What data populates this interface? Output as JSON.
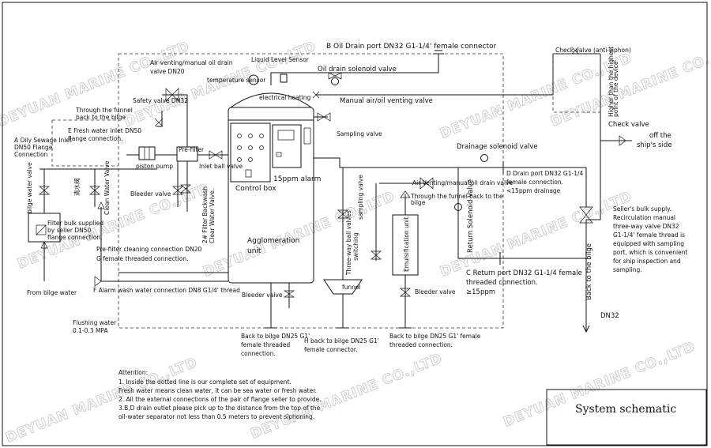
{
  "ports": {
    "b_oil_drain": "B Oil Drain port DN32 G1-1/4' female connector",
    "a_inlet": [
      "A Oily Sewage Inlet",
      "DN50 Flange",
      "Connection"
    ],
    "e_fresh_water": [
      "E Fresh water inlet DN50",
      "flange connection."
    ],
    "d_drain": [
      "D Drain port DN32 G1-1/4",
      "female connection.",
      "<15ppm drainage"
    ],
    "c_return": [
      "C Return port DN32 G1-1/4 female",
      "threaded connection.",
      "≥15ppm"
    ],
    "f_alarm_wash": "F Alarm wash water connection DN8 G1/4' thread",
    "g_prefilter_clean": [
      "Pre-filter cleaning connection DN20",
      "G   female threaded connection."
    ],
    "h_back": [
      "H back to bilge DN25 G1'",
      "female connector."
    ]
  },
  "labels": {
    "air_venting": [
      "Air venting/manual oil drain",
      "valve DN20"
    ],
    "liquid_level_sensor": "Liquid Level Sensor",
    "temperature_sensor": "temperature sensor",
    "electrical_heating": "electrical heating",
    "oil_drain_solenoid": "Oil drain solenoid valve",
    "manual_air_oil": "Manual air/oil venting valve",
    "safety_valve": "Safety valve DN32",
    "through_funnel": [
      "Through the funnel",
      "back to the bilge"
    ],
    "sampling_valve": "Sampling valve",
    "drainage_solenoid": "Drainage solenoid valve",
    "pre_filter": "Pre-filter",
    "piston_pump": "piston pump",
    "inlet_ball_valve": "Inlet ball valve",
    "control_box": "Control box",
    "alarm_15ppm": "15ppm alarm",
    "bleeder_valve": "Bleeder valve",
    "filter_backwash": [
      "2# Filter Backwash",
      "Clear Water Valve."
    ],
    "agglomeration": [
      "Agglomeration",
      "unit"
    ],
    "bilge_water_valve": "bilge water valve",
    "clean_water_valve": "Clean Water Valve",
    "side_label": "清水阀",
    "filter_bulk": [
      "Filter bulk supplied",
      "by seller DN50",
      "flange connection."
    ],
    "from_bilge": "From bilge water",
    "flushing_water": [
      "Flushing water",
      "0.1-0.3 MPA"
    ],
    "three_way": [
      "Three-way ball valves",
      "switching"
    ],
    "sampling_valve_v": "sampling valve",
    "funnel": "funnel",
    "emulsification": "Emulsification unit",
    "return_solenoid": "Return Solenoid Valve",
    "air_vent_small": "Air Venting/manual oil drain valve",
    "through_funnel_small": [
      "Through the funnel back to the",
      "bilge"
    ],
    "back_dn25_left": [
      "Back to bilge DN25 G1'",
      "female threaded",
      "connection."
    ],
    "back_dn25_right": [
      "Back to bilge DN25 G1' female",
      "threaded connection."
    ],
    "check_valve_anti": "Check valve (anti-siphon)",
    "higher_than": [
      "Higher than the highest",
      "point of the device"
    ],
    "check_valve": "Check valve",
    "off_ship": [
      "off the",
      "ship's side"
    ],
    "sellers_bulk": [
      "Seller's bulk supply.",
      "Recirculation manual",
      "three-way valve DN32",
      "G1-1/4' female thread is",
      "equipped with sampling",
      "port, which is convenient",
      "for ship inspection and",
      "sampling."
    ],
    "back_to_bilge": "Back to the bilge",
    "dn32": "DN32"
  },
  "attention": {
    "title": "Attention:",
    "lines": [
      "1. Inside the dotted line is our complete set of equipment.",
      "Fresh water means clean water, it can be sea water or fresh water.",
      "2. All the external connections of the pair of flange seller to provide.",
      "3.B,D drain outlet please pick up to the distance from the top of the",
      "oil-water separator not less than 0.5 meters to prevent siphoning."
    ]
  },
  "title_block": "System schematic",
  "watermark": "DEYUAN MARINE CO.,LTD"
}
